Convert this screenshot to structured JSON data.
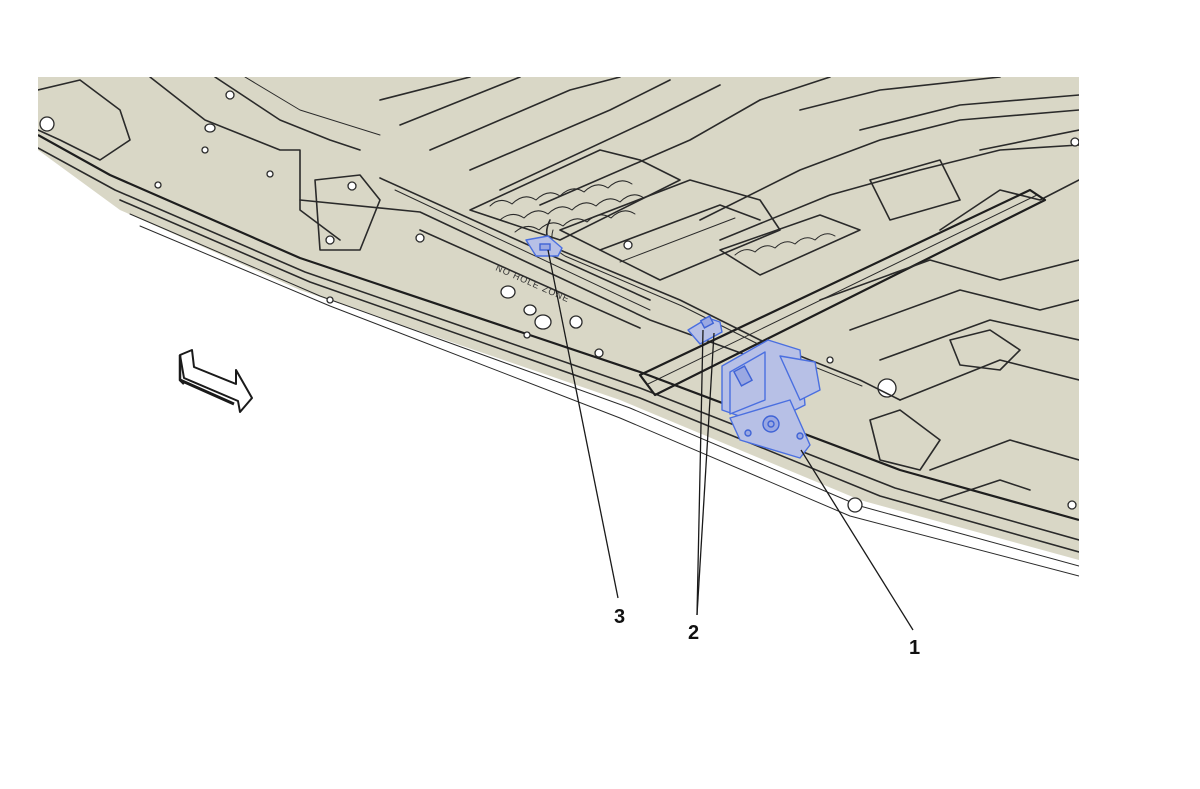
{
  "diagram": {
    "background_color": "#ffffff",
    "panel_color": "#d9d7c6",
    "line_color": "#2a2a2a",
    "highlight_color": "#4a6fe0",
    "highlight_fill": "#b7c0e6",
    "direction_arrow": {
      "icon": "direction-arrow-icon"
    },
    "stencil_text": "NO HOLE ZONE",
    "callouts": [
      {
        "number": "1",
        "label": "1"
      },
      {
        "number": "2",
        "label": "2"
      },
      {
        "number": "3",
        "label": "3"
      }
    ]
  }
}
